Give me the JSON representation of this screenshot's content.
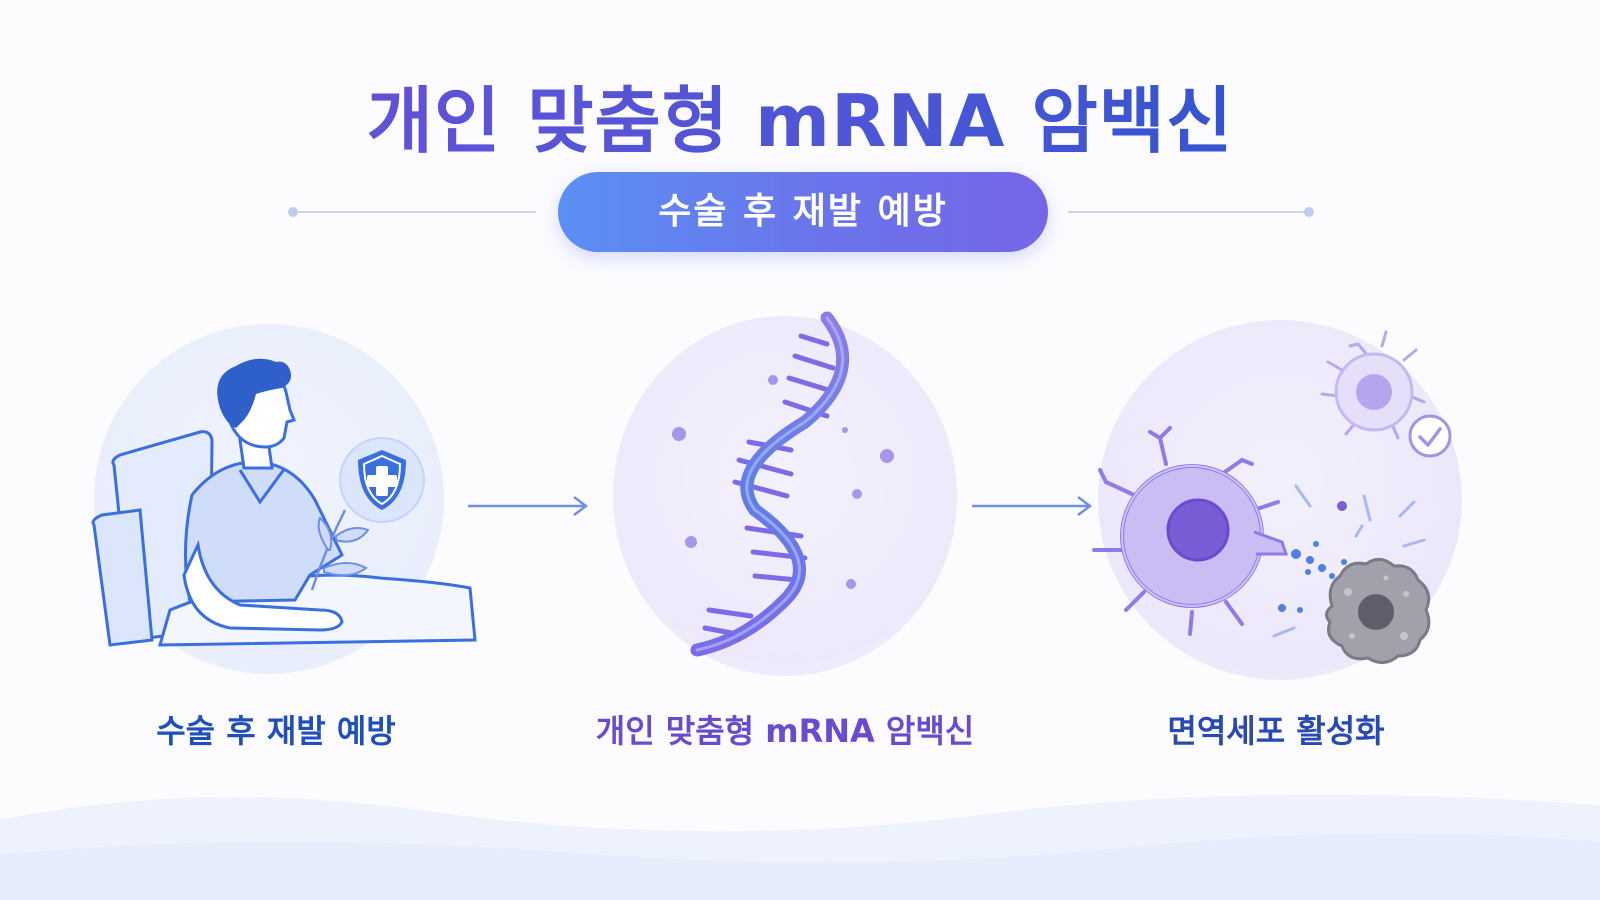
{
  "title": "개인 맞춤형 mRNA 암백신",
  "subtitle": "수술 후 재발 예방",
  "steps": [
    {
      "label": "수술 후 재발 예방",
      "icon": "patient-in-bed-icon",
      "color": "#1f4fb8"
    },
    {
      "label": "개인 맞춤형 mRNA 암백신",
      "icon": "mrna-strand-icon",
      "color": "#6a4bd0"
    },
    {
      "label": "면역세포 활성화",
      "icon": "immune-cell-attack-icon",
      "color": "#2a49b2"
    }
  ],
  "colors": {
    "primary_blue": "#3a6fe0",
    "accent_purple": "#7c6be8",
    "circle_bg": "#eef2fd",
    "tumor_gray": "#8e8f99"
  }
}
